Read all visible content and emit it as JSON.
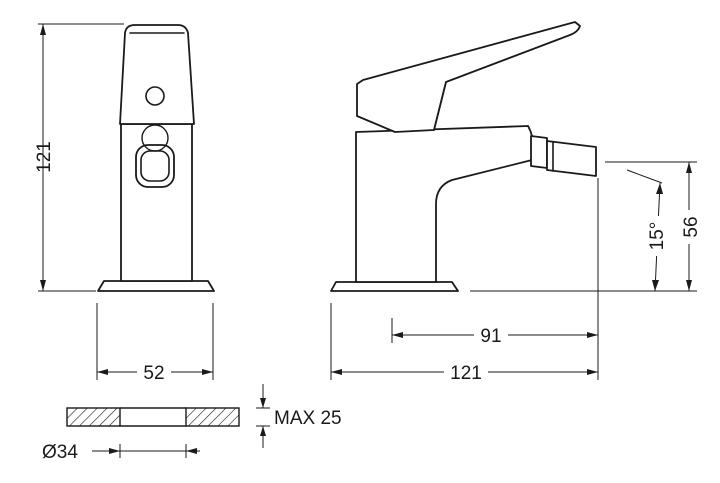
{
  "dimensions": {
    "front_height": "121",
    "base_width": "52",
    "side_length": "121",
    "spout_reach": "91",
    "spout_height": "56",
    "spout_angle": "15°",
    "max_thickness": "MAX 25",
    "hole_diameter": "Ø34"
  },
  "colors": {
    "line": "#1a1a1a",
    "background": "#ffffff",
    "hatch": "#1a1a1a"
  }
}
